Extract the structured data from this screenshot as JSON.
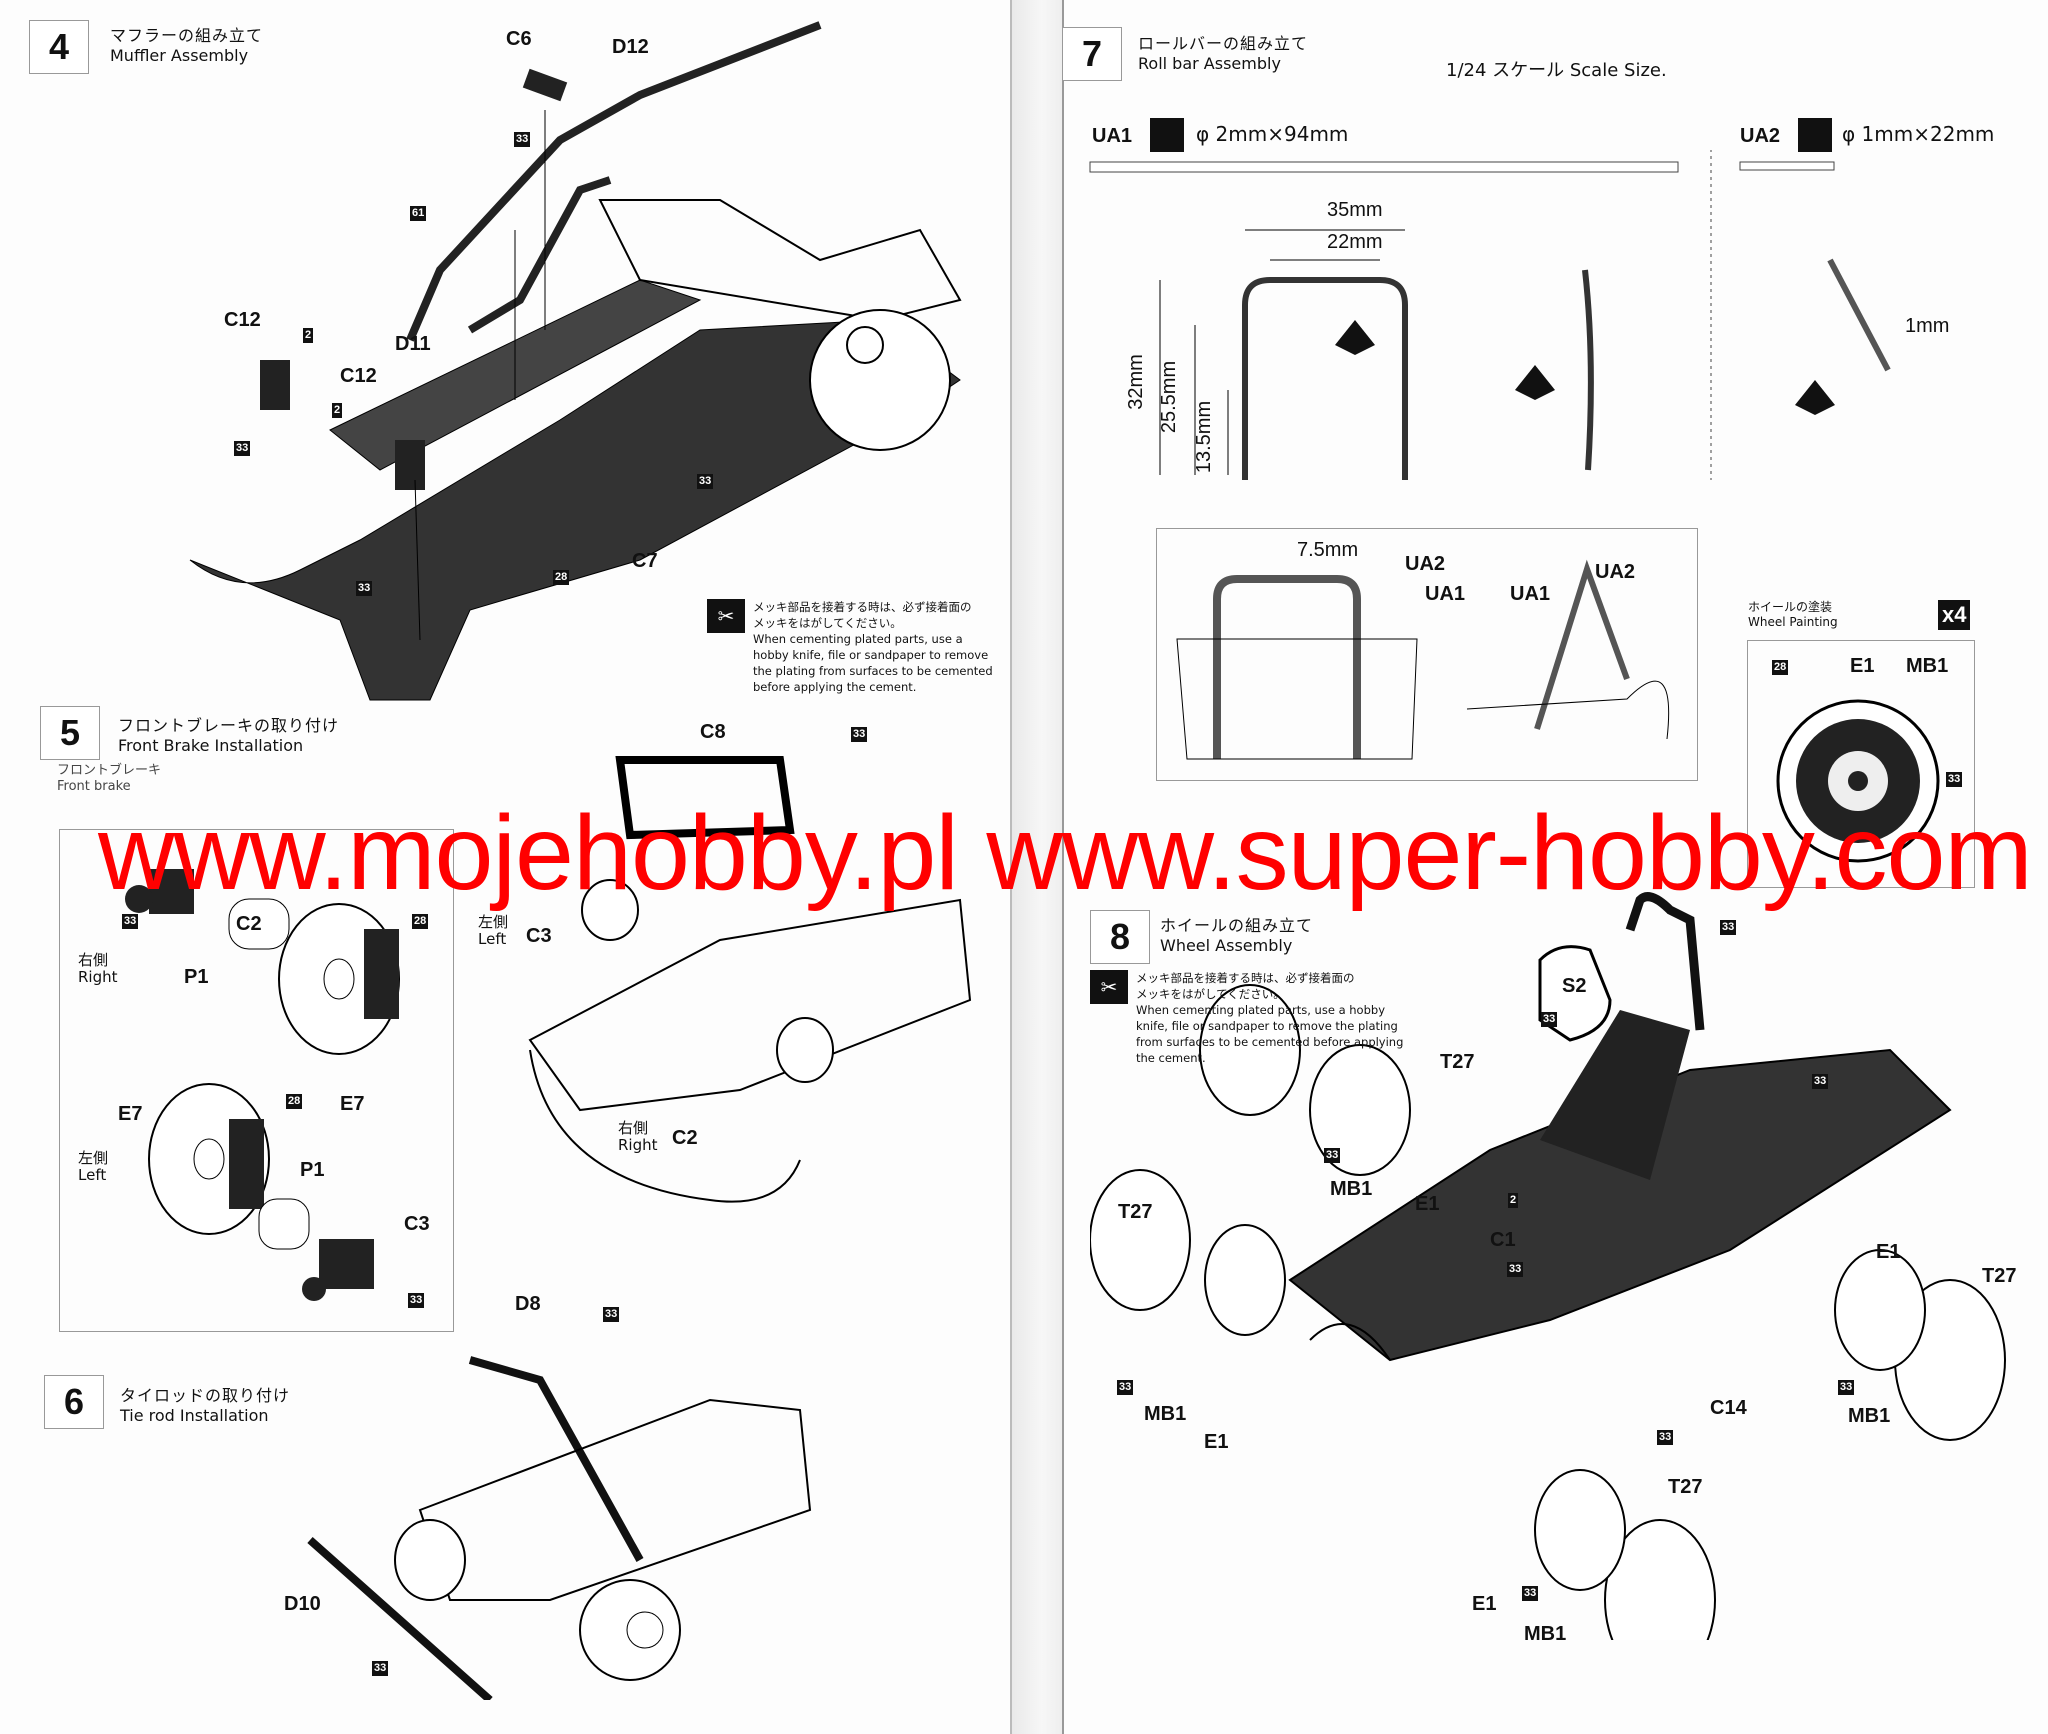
{
  "watermark": "www.mojehobby.pl www.super-hobby.com",
  "caution": {
    "jp1": "メッキ部品を接着する時は、必ず接着面の",
    "jp2": "メッキをはがしてください。",
    "en": "When cementing plated parts, use a hobby knife, file or sandpaper to remove the plating from surfaces to be cemented before applying the cement.",
    "icon": "scrape-plating-icon"
  },
  "steps": {
    "s4": {
      "num": "4",
      "jp": "マフラーの組み立て",
      "en": "Muffler Assembly",
      "labels": [
        "C6",
        "D12",
        "33",
        "61",
        "C12",
        "2",
        "D11",
        "C12",
        "2",
        "33",
        "33",
        "C7",
        "33",
        "28"
      ]
    },
    "s5": {
      "num": "5",
      "jp": "フロントブレーキの取り付け",
      "en": "Front Brake Installation",
      "sub_jp": "フロントブレーキ",
      "sub_en": "Front brake",
      "labels": [
        "C8",
        "33",
        "C2",
        "33",
        "28",
        "P1",
        "C3",
        "E7",
        "28",
        "E7",
        "P1",
        "C3",
        "33",
        "C2"
      ],
      "right_jp": "右側",
      "right_en": "Right",
      "left_jp": "左側",
      "left_en": "Left"
    },
    "s6": {
      "num": "6",
      "jp": "タイロッドの取り付け",
      "en": "Tie rod Installation",
      "labels": [
        "D8",
        "33",
        "D10",
        "33"
      ]
    },
    "s7": {
      "num": "7",
      "jp": "ロールバーの組み立て",
      "en": "Roll bar Assembly",
      "scale": "1/24 スケール  Scale Size.",
      "ua1": {
        "label": "UA1",
        "size": "φ 2mm×94mm"
      },
      "ua2": {
        "label": "UA2",
        "size": "φ 1mm×22mm"
      },
      "dims": [
        "35mm",
        "22mm",
        "32mm",
        "25.5mm",
        "13.5mm",
        "1mm",
        "7.5mm"
      ],
      "labels": [
        "UA2",
        "UA1",
        "UA1",
        "UA2"
      ],
      "wheel_paint": {
        "jp": "ホイールの塗装",
        "en": "Wheel Painting",
        "qty": "x4",
        "labels": [
          "28",
          "E1",
          "MB1",
          "33"
        ]
      }
    },
    "s8": {
      "num": "8",
      "jp": "ホイールの組み立て",
      "en": "Wheel Assembly",
      "labels": [
        "33",
        "S2",
        "T27",
        "33",
        "33",
        "33",
        "MB1",
        "E1",
        "2",
        "C1",
        "33",
        "T27",
        "E1",
        "T27",
        "33",
        "MB1",
        "E1",
        "C14",
        "33",
        "33",
        "MB1",
        "T27",
        "E1",
        "33",
        "MB1"
      ]
    }
  }
}
